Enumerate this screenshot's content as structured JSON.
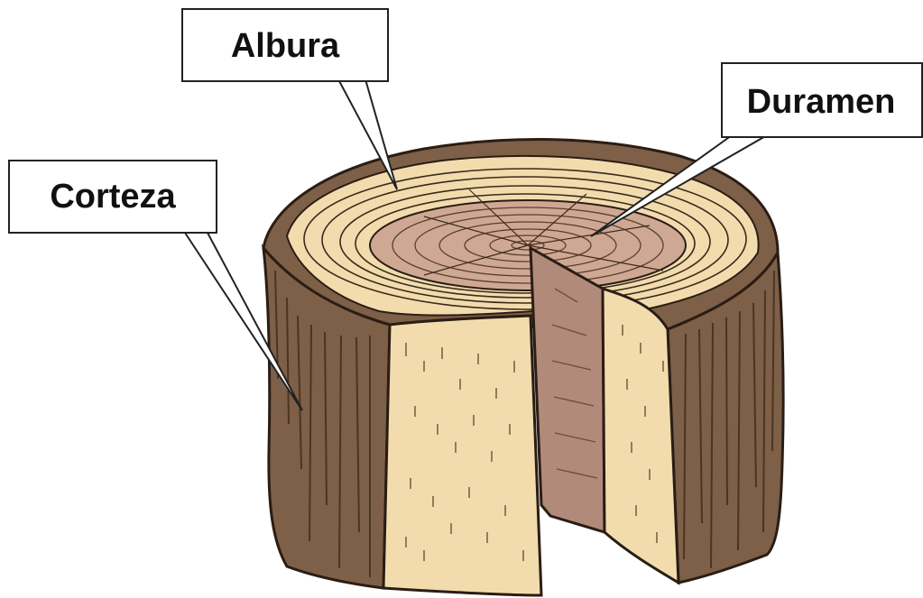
{
  "labels": {
    "albura": "Albura",
    "duramen": "Duramen",
    "corteza": "Corteza"
  },
  "colors": {
    "bark": "#7e5f47",
    "bark_dark": "#5a3f2c",
    "sapwood": "#f2dcae",
    "heartwood": "#cfa894",
    "heartwood_side": "#b18a7a",
    "outline": "#2a1d14",
    "label_border": "#222222"
  }
}
